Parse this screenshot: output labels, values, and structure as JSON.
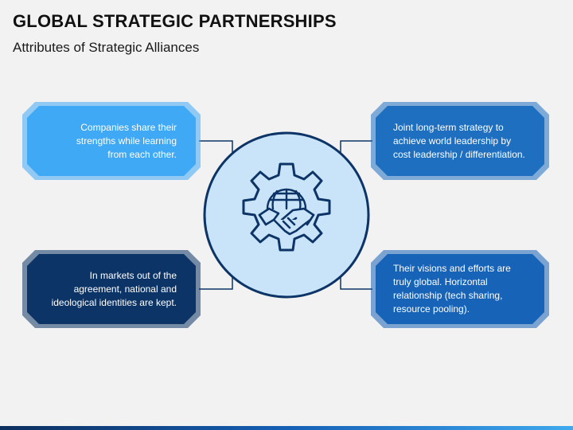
{
  "slide": {
    "title": "GLOBAL STRATEGIC PARTNERSHIPS",
    "subtitle": "Attributes of Strategic Alliances"
  },
  "attributes": [
    {
      "position": "top-left",
      "color": "#3fa9f5",
      "lines": [
        "Companies share their",
        "strengths while learning",
        "from each other."
      ]
    },
    {
      "position": "top-right",
      "color": "#1e6fc0",
      "lines": [
        "Joint long-term strategy to",
        "achieve world leadership by",
        "cost leadership / differentiation."
      ]
    },
    {
      "position": "bottom-left",
      "color": "#0d3466",
      "lines": [
        "In markets out of the",
        "agreement, national and",
        "ideological identities are kept."
      ]
    },
    {
      "position": "bottom-right",
      "color": "#1763b8",
      "lines": [
        "Their visions and efforts are",
        "truly global. Horizontal",
        "relationship (tech sharing,",
        "resource pooling)."
      ]
    }
  ],
  "center": {
    "icon": "gear-globe-handshake-icon",
    "fill": "#c9e4f8",
    "stroke": "#0d3466"
  }
}
